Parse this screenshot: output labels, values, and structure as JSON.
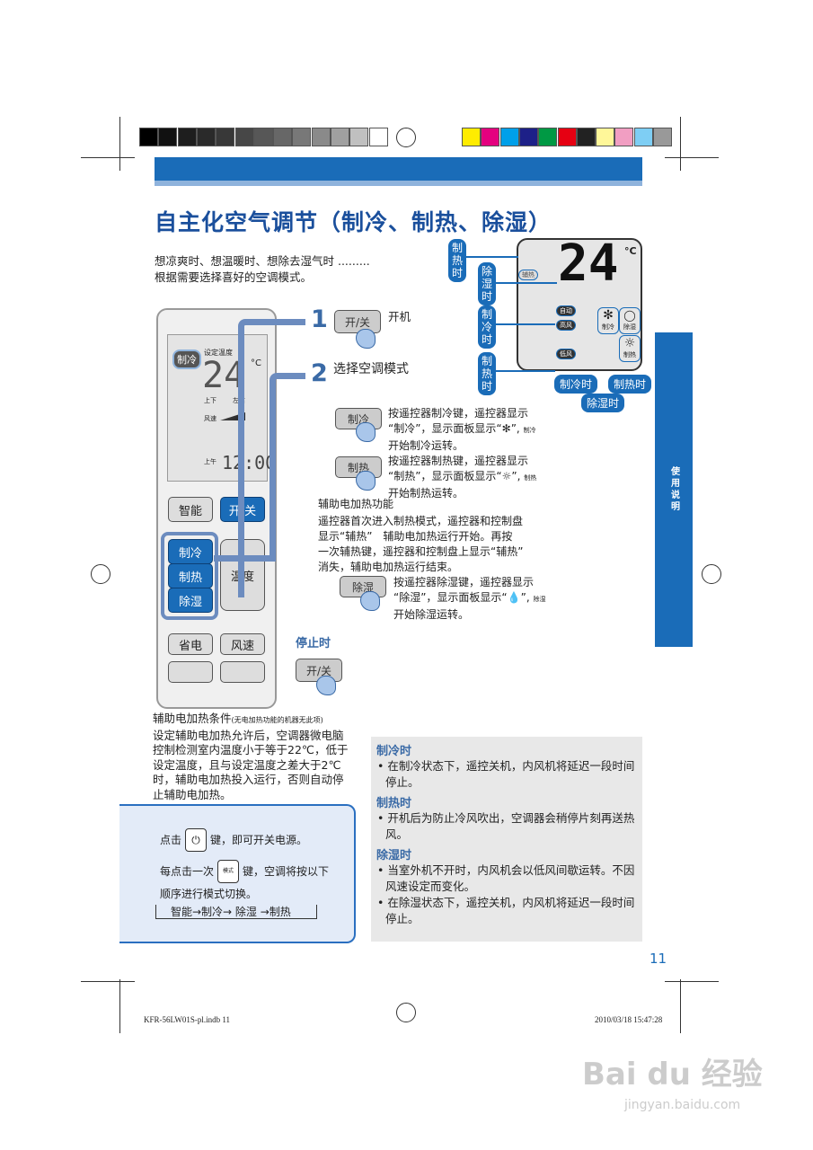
{
  "colors": {
    "accent": "#1a6cb8",
    "gray_bar": [
      "#000",
      "#111",
      "#1e1e1e",
      "#2a2a2a",
      "#383838",
      "#474747",
      "#575757",
      "#676767",
      "#787878",
      "#8a8a8a",
      "#a0a0a0",
      "#c0c0c0",
      "#fff"
    ],
    "color_bar": [
      "#ffec00",
      "#e4007f",
      "#00a0e9",
      "#1d2088",
      "#009944",
      "#e60012",
      "#222",
      "#fff799",
      "#f19ec2",
      "#7ecef4",
      "#999"
    ]
  },
  "title": "自主化空气调节（制冷、制热、除湿）",
  "intro": [
    "想凉爽时、想温暖时、想除去湿气时 .........",
    "根据需要选择喜好的空调模式。"
  ],
  "remote": {
    "lcd_mode": "制冷",
    "lcd_set_label": "设定温度",
    "lcd_temp": "24",
    "lcd_unit": "°C",
    "lcd_swing": "上下",
    "lcd_swing2": "左右",
    "lcd_fan": "风速",
    "lcd_ampm": "上午",
    "lcd_time": "12:00",
    "buttons": {
      "smart": "智能",
      "power": "开/关",
      "cool": "制冷",
      "heat": "制热",
      "dry": "除湿",
      "temp": "温度",
      "eco": "省电",
      "fan": "风速"
    }
  },
  "steps": [
    {
      "num": "1",
      "key": "开/关",
      "text": "开机"
    },
    {
      "num": "2",
      "text": "选择空调模式"
    }
  ],
  "modes": {
    "cool": {
      "key": "制冷",
      "lines": [
        "按遥控器制冷键，遥控器显示",
        "“制冷”，显示面板显示“",
        "”,",
        "开始制冷运转。"
      ],
      "icon": "snowflake-icon",
      "icon_label": "制冷"
    },
    "heat": {
      "key": "制热",
      "lines": [
        "按遥控器制热键，遥控器显示",
        "“制热”，显示面板显示“",
        "”,",
        "开始制热运转。"
      ],
      "icon": "sun-icon",
      "icon_label": "制热"
    },
    "dry": {
      "key": "除湿",
      "lines": [
        "按遥控器除湿键，遥控器显示",
        "“除湿”，显示面板显示“",
        "”,",
        "开始除湿运转。"
      ],
      "icon": "drop-icon",
      "icon_label": "除湿"
    }
  },
  "aux": {
    "title": "辅助电加热功能",
    "lines": [
      "遥控器首次进入制热模式，遥控器和控制盘",
      "显示“辅热”　辅助电加热运行开始。再按",
      "一次辅热键，遥控器和控制盘上显示“辅热”",
      "消失，辅助电加热运行结束。"
    ]
  },
  "panel": {
    "temp": "24",
    "unit": "°C",
    "pills": [
      "辅热",
      "自动",
      "高风",
      "低风"
    ],
    "icons": [
      "制冷",
      "除湿",
      "制热"
    ],
    "vlabels": [
      "制热时",
      "除湿时",
      "制冷时",
      "制热时"
    ],
    "hlabels": [
      "制冷时",
      "制热时",
      "除湿时"
    ]
  },
  "stop": {
    "title": "停止时",
    "key": "开/关"
  },
  "aux_cond": {
    "title": "辅助电加热条件",
    "note": "(无电加热功能的机器无此项)",
    "lines": [
      "设定辅助电加热允许后，空调器微电脑",
      "控制检测室内温度小于等于22℃，低于",
      "设定温度，且与设定温度之差大于2℃",
      "时，辅助电加热投入运行，否则自动停",
      "止辅助电加热。"
    ]
  },
  "tip": {
    "l1a": "点击",
    "l1b": "键，即可开关电源。",
    "l2a": "每点击一次",
    "mode_key": "模式",
    "l2b": "键，空调将按以下",
    "l3": "顺序进行模式切换。",
    "cycle": "智能→制冷→ 除湿 →制热"
  },
  "notes": [
    {
      "h": "制冷时",
      "items": [
        "• 在制冷状态下，遥控关机，内风机将延迟一段时间停止。"
      ]
    },
    {
      "h": "制热时",
      "items": [
        "• 开机后为防止冷风吹出，空调器会稍停片刻再送热风。"
      ]
    },
    {
      "h": "除湿时",
      "items": [
        "• 当室外机不开时，内风机会以低风间歇运转。不因风速设定而变化。",
        "• 在除湿状态下，遥控关机，内风机将延迟一段时间停止。"
      ]
    }
  ],
  "side_tab": "使用说明",
  "page_number": "11",
  "footer": {
    "left": "KFR-56LW01S-pl.indb   11",
    "right": "2010/03/18   15:47:28"
  },
  "watermark": {
    "brand": "Bai du 经验",
    "url": "jingyan.baidu.com"
  }
}
